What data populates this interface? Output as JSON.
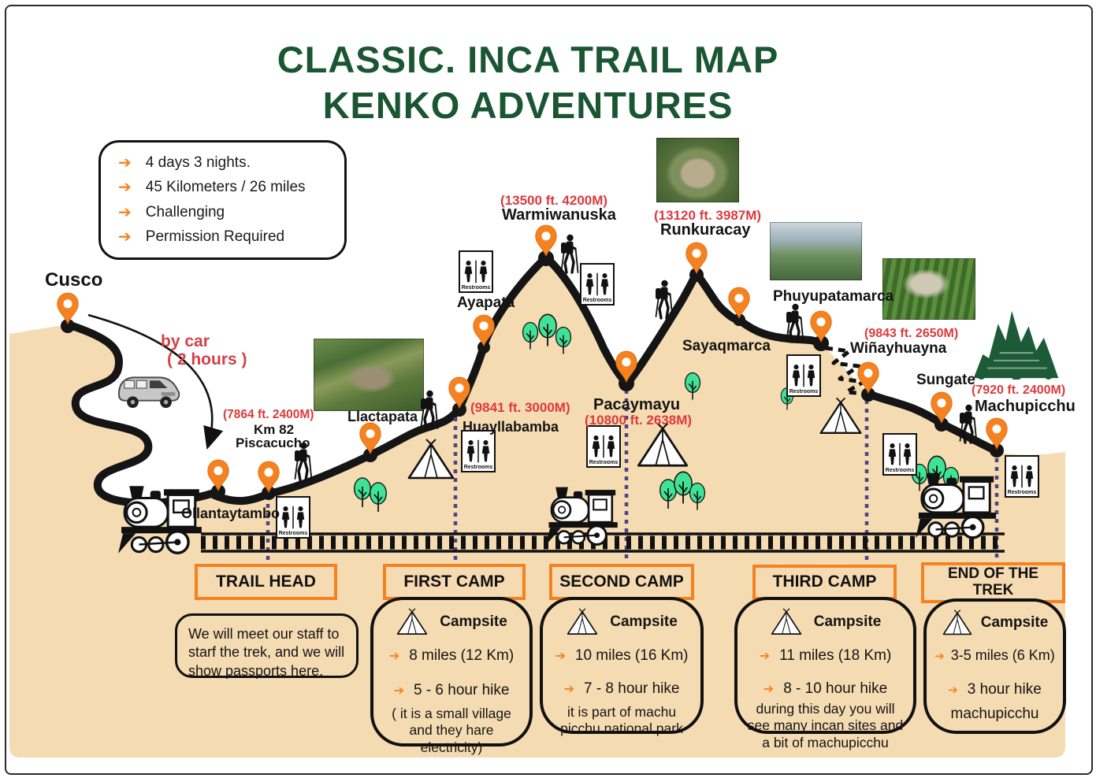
{
  "title": {
    "line1": "CLASSIC. INCA TRAIL MAP",
    "line2": "KENKO ADVENTURES"
  },
  "legend": {
    "items": [
      "4 days 3 nights.",
      "45  Kilometers / 26 miles",
      "Challenging",
      "Permission Required"
    ]
  },
  "transfer": {
    "line1": "by car",
    "line2": "( 2 hours )"
  },
  "locations": {
    "cusco": {
      "name": "Cusco"
    },
    "km82": {
      "elevation": "(7864 ft. 2400M)",
      "name_line1": "Km 82",
      "name_line2": "Piscacucho"
    },
    "ollantaytambo": {
      "name": "Ollantaytambo"
    },
    "llactapata": {
      "name": "Llactapata"
    },
    "huayllabamba": {
      "name": "Huayllabamba",
      "elevation": "(9841 ft. 3000M)"
    },
    "ayapata": {
      "name": "Ayapata"
    },
    "warmiwanuska": {
      "name": "Warmiwanuska",
      "elevation": "(13500 ft. 4200M)"
    },
    "pacaymayu": {
      "name": "Pacaymayu",
      "elevation": "(10800 ft. 2638M)"
    },
    "runkuracay": {
      "name": "Runkuracay",
      "elevation": "(13120 ft. 3987M)"
    },
    "sayaqmarca": {
      "name": "Sayaqmarca"
    },
    "phuyupatamarca": {
      "name": "Phuyupatamarca"
    },
    "winayhuayna": {
      "name": "Wiñayhuayna",
      "elevation": "(9843 ft. 2650M)"
    },
    "sungate": {
      "name": "Sungate"
    },
    "machupicchu": {
      "name": "Machupicchu",
      "elevation": "(7920 ft. 2400M)"
    }
  },
  "restrooms_label": "Restrooms",
  "camps": {
    "trail_head": {
      "title": "TRAIL HEAD",
      "note": "We will meet our staff to starf the trek, and we will show passports here."
    },
    "first_camp": {
      "title": "FIRST CAMP",
      "campsite": "Campsite",
      "distance": "8 miles (12 Km)",
      "duration": "5 - 6  hour hike",
      "note": "( it is a small village and they hare electricity)"
    },
    "second_camp": {
      "title": "SECOND CAMP",
      "campsite": "Campsite",
      "distance": "10 miles (16 Km)",
      "duration": "7 - 8  hour hike",
      "note": "it is part of machu picchu national park"
    },
    "third_camp": {
      "title": "THIRD CAMP",
      "campsite": "Campsite",
      "distance": "11 miles (18 Km)",
      "duration": "8 - 10  hour hike",
      "note": "during this day you will see many incan sites and a bit of machupicchu"
    },
    "end_of_trek": {
      "title": "END OF THE TREK",
      "campsite": "Campsite",
      "distance": "3-5 miles (6 Km)",
      "duration": "3  hour hike",
      "note": "machupicchu"
    }
  },
  "icons": {
    "arrow": "➔"
  },
  "colors": {
    "accent_orange": "#F58220",
    "title_green": "#1B5633",
    "label_red": "#DD3A3C",
    "terrain_tan": "#F5DBB2",
    "tree_green": "#3EE396",
    "dash_purple": "#4E4387"
  }
}
